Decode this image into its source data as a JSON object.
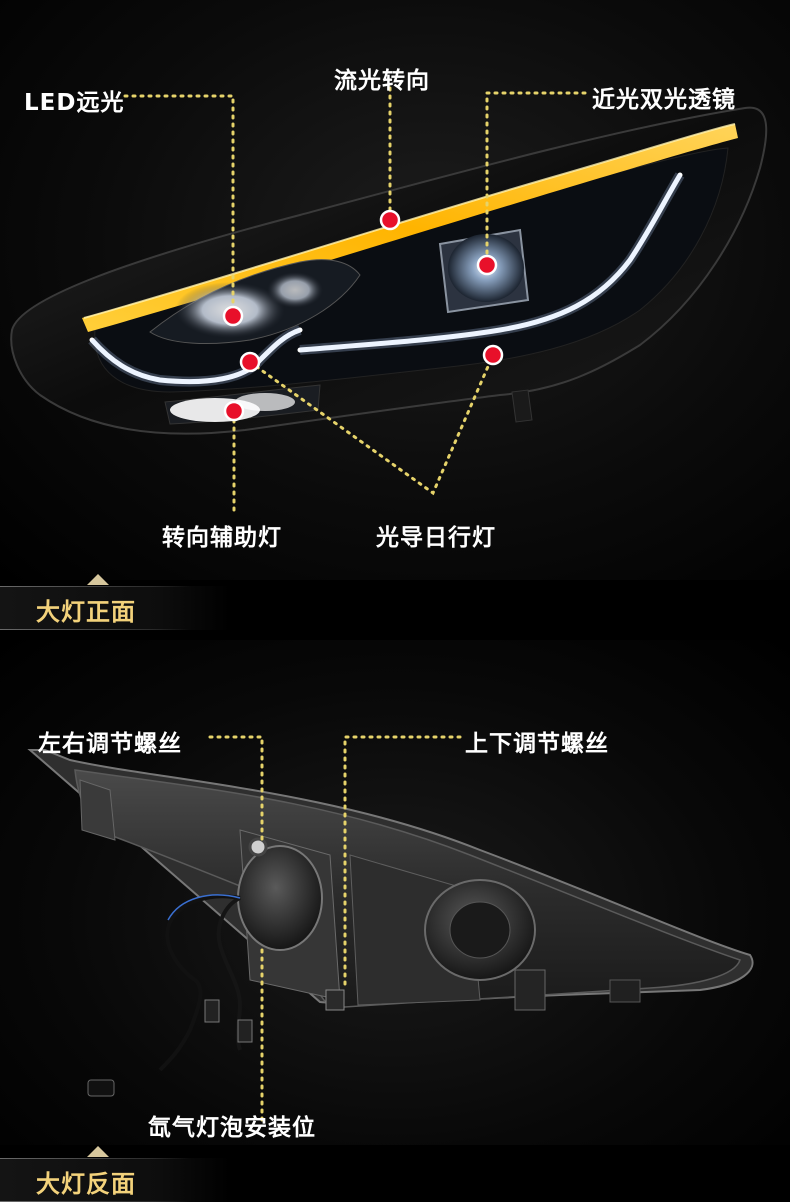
{
  "front": {
    "callouts": {
      "led_high_beam": "LED远光",
      "flowing_turn": "流光转向",
      "dual_lens": "近光双光透镜",
      "turn_assist": "转向辅助灯",
      "drl": "光导日行灯"
    },
    "section_title": "大灯正面"
  },
  "back": {
    "callouts": {
      "lr_screw": "左右调节螺丝",
      "ud_screw": "上下调节螺丝",
      "bulb_mount": "氙气灯泡安装位"
    },
    "section_title": "大灯反面"
  },
  "colors": {
    "dot": "#e8102a",
    "dotted_line": "#e6d36a",
    "banner_text": "#f3d27b",
    "amber": "#ffb400"
  },
  "icons": [
    "headlight-front-image",
    "headlight-back-image",
    "section-triangle-icon"
  ]
}
